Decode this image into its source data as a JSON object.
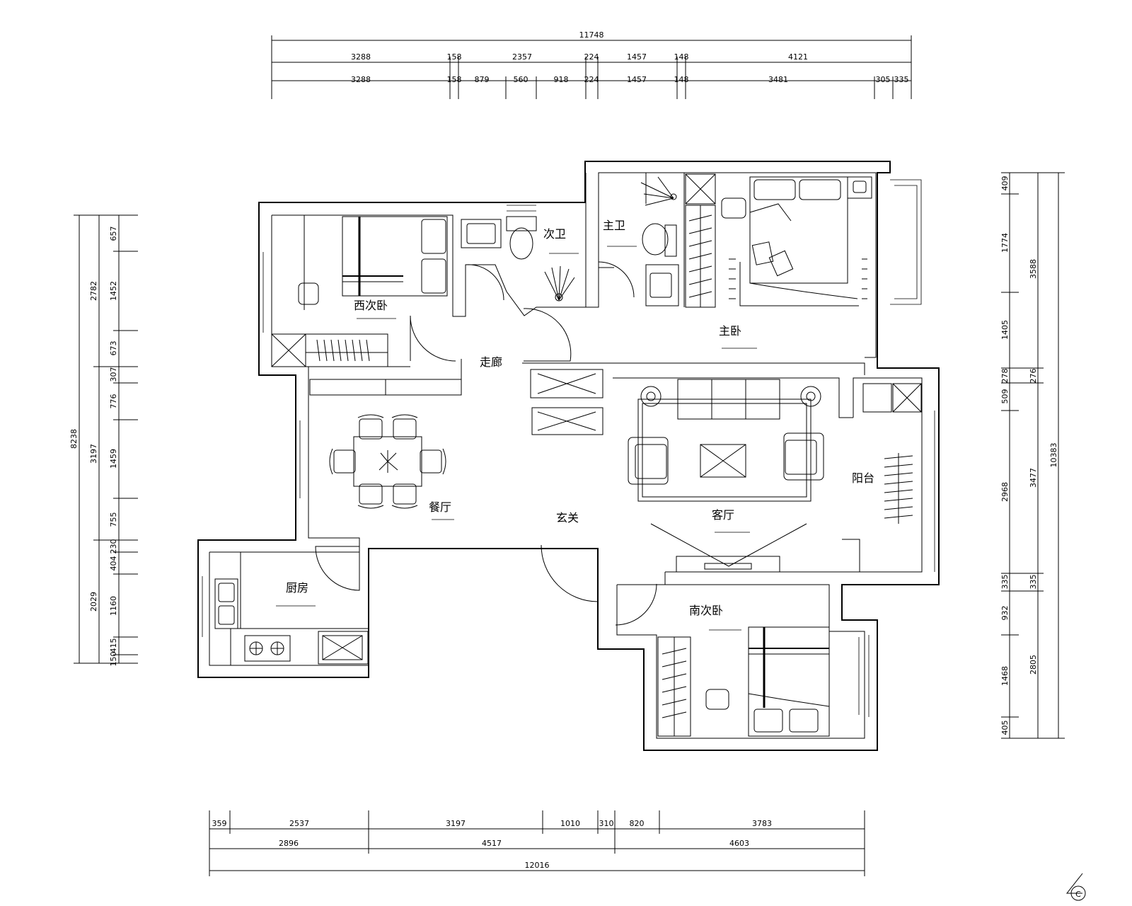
{
  "rooms": {
    "west_bedroom": "西次卧",
    "second_bath": "次卫",
    "master_bath": "主卫",
    "master_bedroom": "主卧",
    "corridor": "走廊",
    "dining": "餐厅",
    "foyer": "玄关",
    "living": "客厅",
    "balcony": "阳台",
    "kitchen": "厨房",
    "south_bedroom": "南次卧"
  },
  "dims": {
    "top_total": "11748",
    "top_row1": [
      "3288",
      "158",
      "2357",
      "224",
      "1457",
      "148",
      "4121"
    ],
    "top_row2": [
      "3288",
      "158",
      "879",
      "560",
      "918",
      "224",
      "1457",
      "148",
      "3481",
      "305",
      "335"
    ],
    "left_outer": "8238",
    "left_mid": [
      "2782",
      "3197",
      "2029"
    ],
    "left_inner": [
      "657",
      "1452",
      "673",
      "307",
      "776",
      "1459",
      "755",
      "230",
      "404",
      "1160",
      "415",
      "150"
    ],
    "right_total": "10383",
    "right_mid": [
      "3588",
      "276",
      "3477",
      "335",
      "2805"
    ],
    "right_inner": [
      "409",
      "1774",
      "1405",
      "278",
      "509",
      "2968",
      "335",
      "932",
      "1468",
      "405"
    ],
    "bottom_row1": [
      "359",
      "2537",
      "3197",
      "1010",
      "310",
      "820",
      "3783"
    ],
    "bottom_row2": [
      "2896",
      "4517",
      "4603"
    ],
    "bottom_total": "12016"
  },
  "north_marker": "C"
}
